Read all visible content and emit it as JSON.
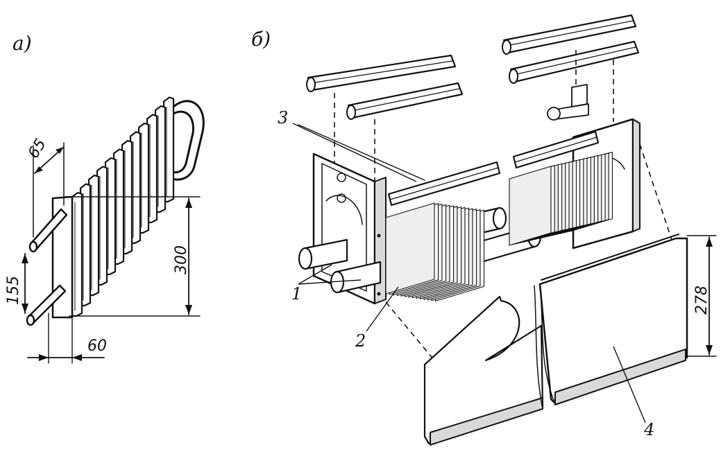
{
  "panel_labels": {
    "a": "а)",
    "b": "б)"
  },
  "dimensions": {
    "d65": "65",
    "d155": "155",
    "d300": "300",
    "d60": "60",
    "d278": "278"
  },
  "callouts": {
    "c1": "1",
    "c2": "2",
    "c3": "3",
    "c4": "4"
  }
}
